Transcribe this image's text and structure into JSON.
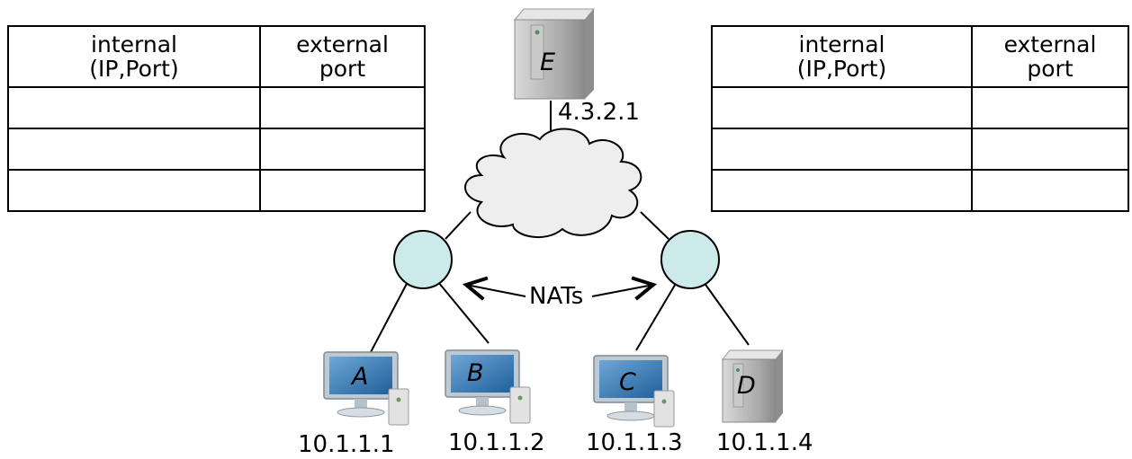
{
  "tables": {
    "left": {
      "headers": [
        "internal\n(IP,Port)",
        "external\nport"
      ],
      "rows": [
        [
          "",
          ""
        ],
        [
          "",
          ""
        ],
        [
          "",
          ""
        ]
      ]
    },
    "right": {
      "headers": [
        "internal\n(IP,Port)",
        "external\nport"
      ],
      "rows": [
        [
          "",
          ""
        ],
        [
          "",
          ""
        ],
        [
          "",
          ""
        ]
      ]
    }
  },
  "server": {
    "label": "E",
    "ip": "4.3.2.1"
  },
  "nats_label": "NATs",
  "hosts": [
    {
      "label": "A",
      "ip": "10.1.1.1",
      "type": "desktop"
    },
    {
      "label": "B",
      "ip": "10.1.1.2",
      "type": "desktop"
    },
    {
      "label": "C",
      "ip": "10.1.1.3",
      "type": "desktop"
    },
    {
      "label": "D",
      "ip": "10.1.1.4",
      "type": "server"
    }
  ],
  "colors": {
    "nat_fill": "#cdeaea",
    "cloud_fill": "#eeeeee",
    "screen": "#3d7fb8"
  }
}
